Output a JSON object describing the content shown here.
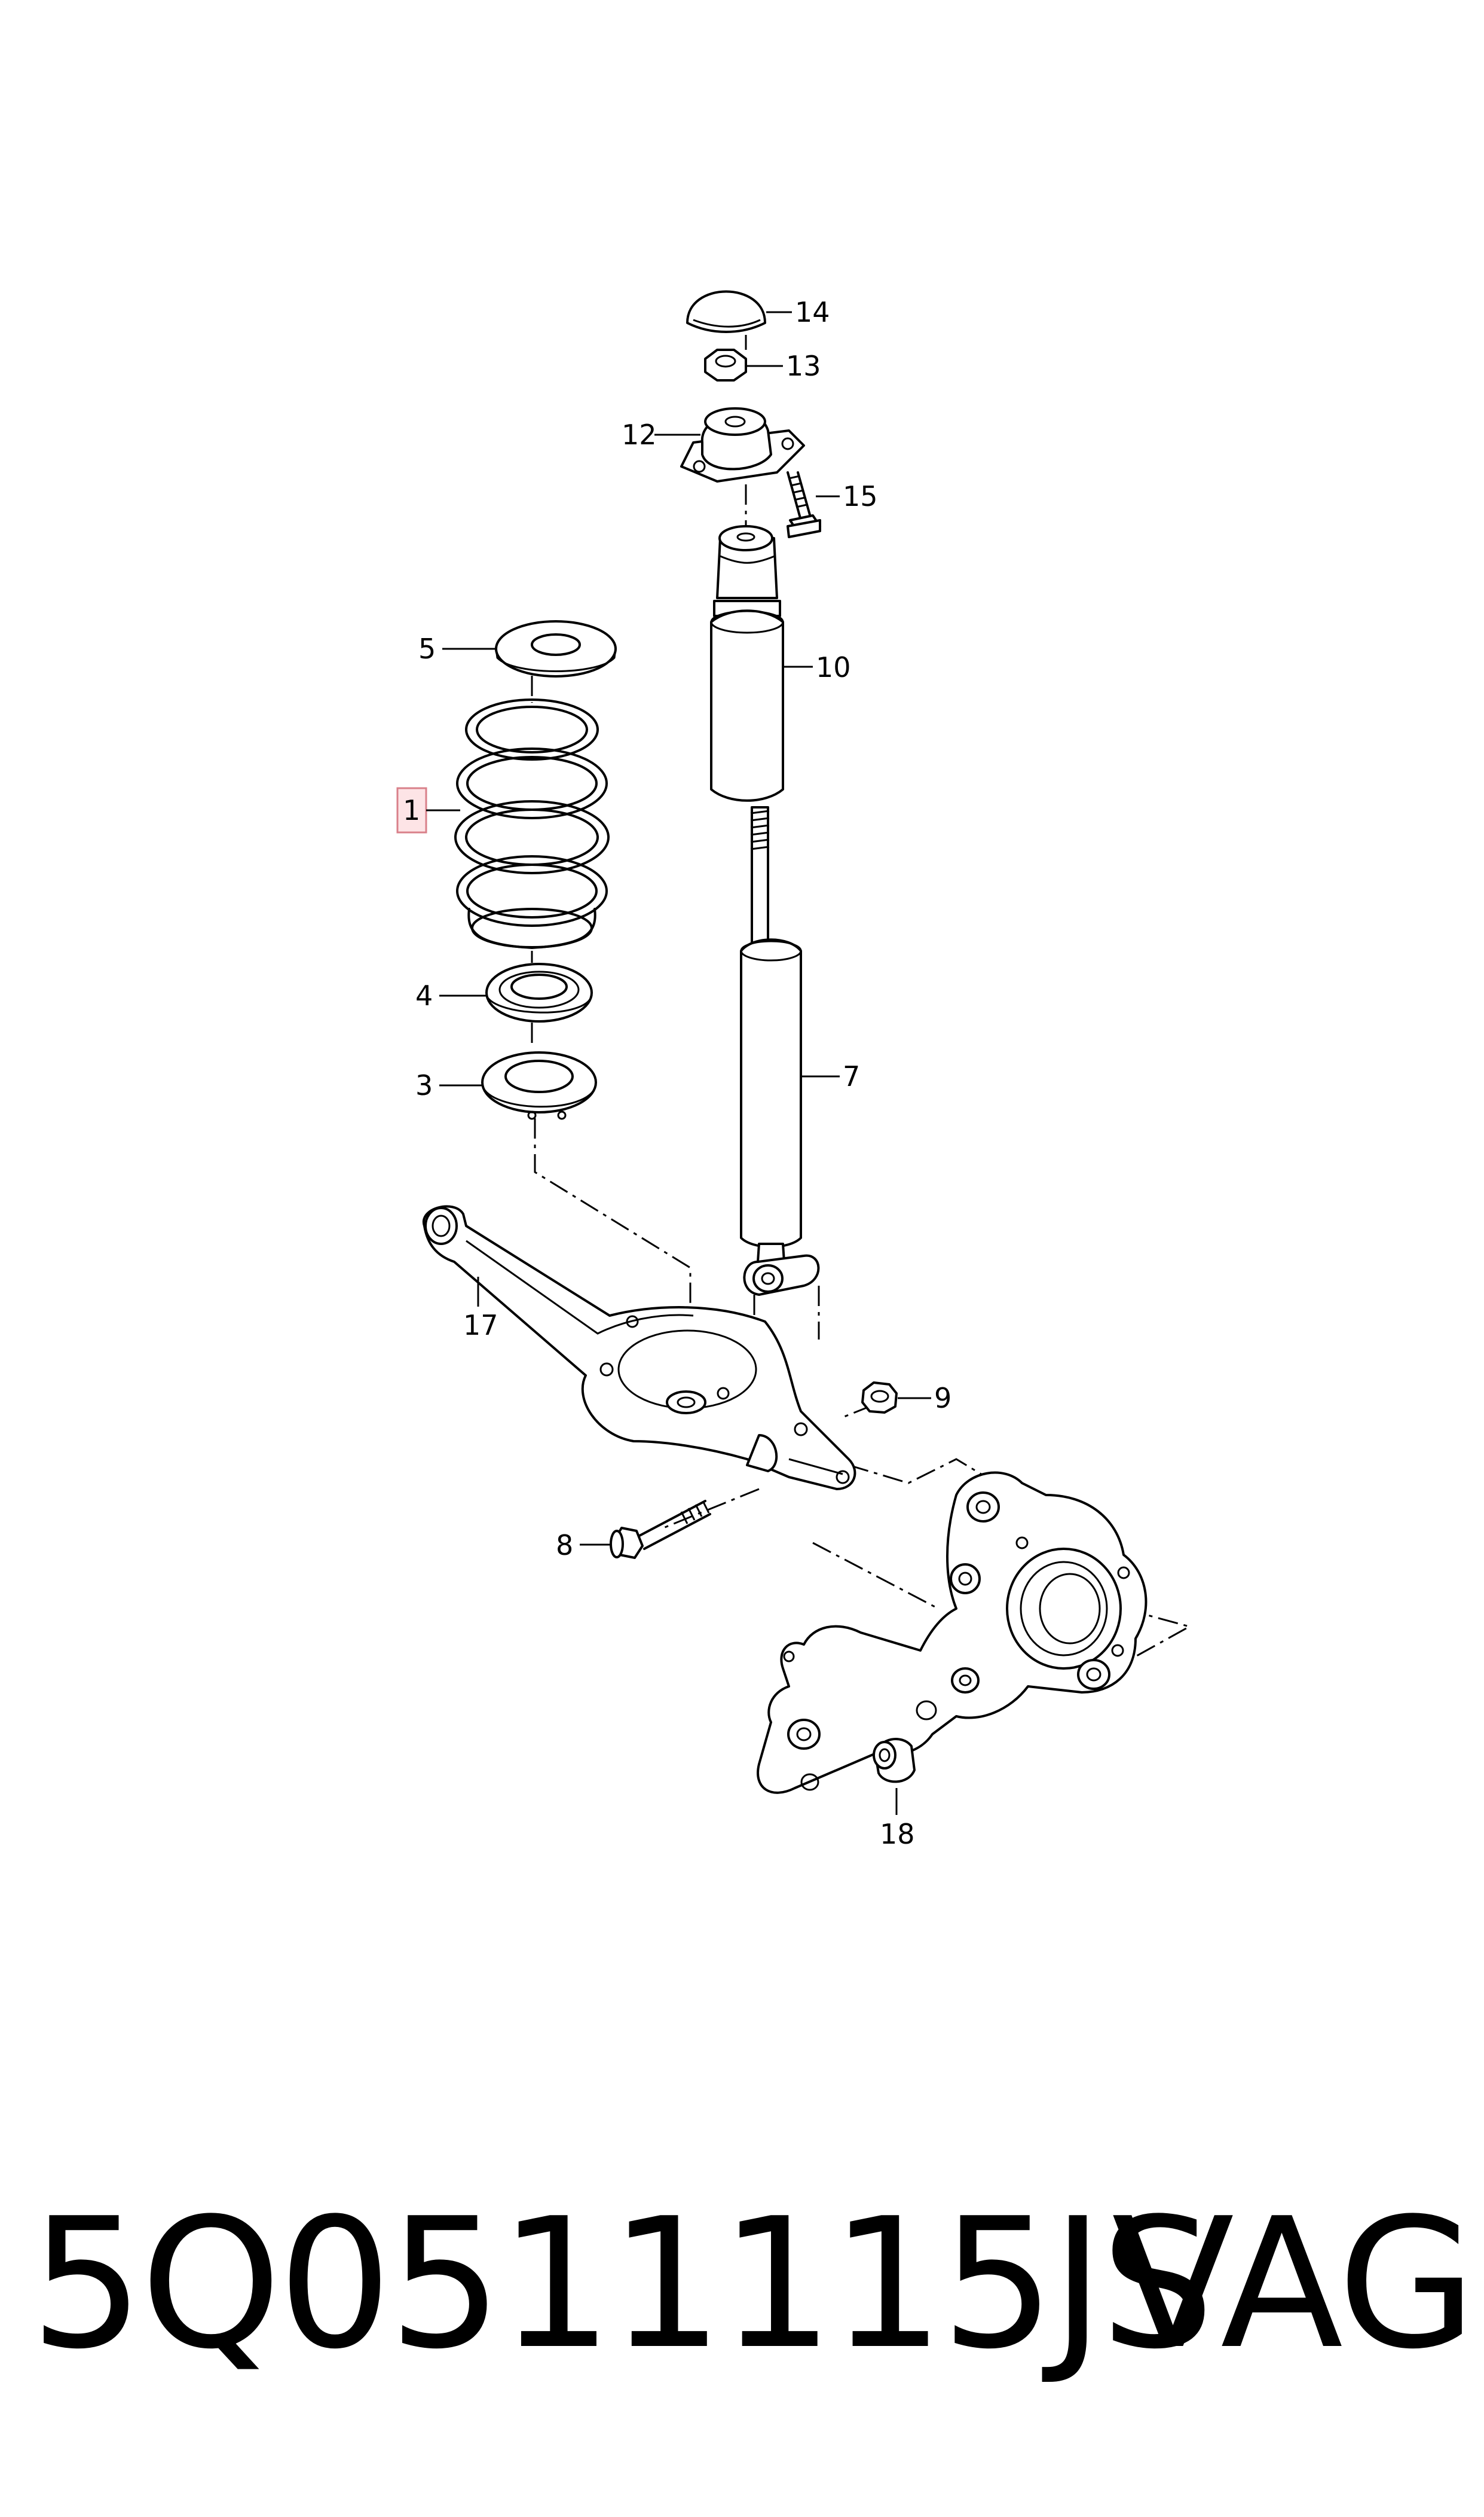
{
  "callouts": {
    "c1": "1",
    "c3": "3",
    "c4": "4",
    "c5": "5",
    "c7": "7",
    "c8": "8",
    "c9": "9",
    "c10": "10",
    "c12": "12",
    "c13": "13",
    "c14": "14",
    "c15": "15",
    "c17": "17",
    "c18": "18"
  },
  "highlighted_callout": "1",
  "colors": {
    "highlight_fill": "#fde4e6",
    "highlight_border": "#d9808a",
    "ink": "#000000"
  },
  "footer": {
    "part_number": "5Q0511115JS",
    "brand": "VAG"
  }
}
